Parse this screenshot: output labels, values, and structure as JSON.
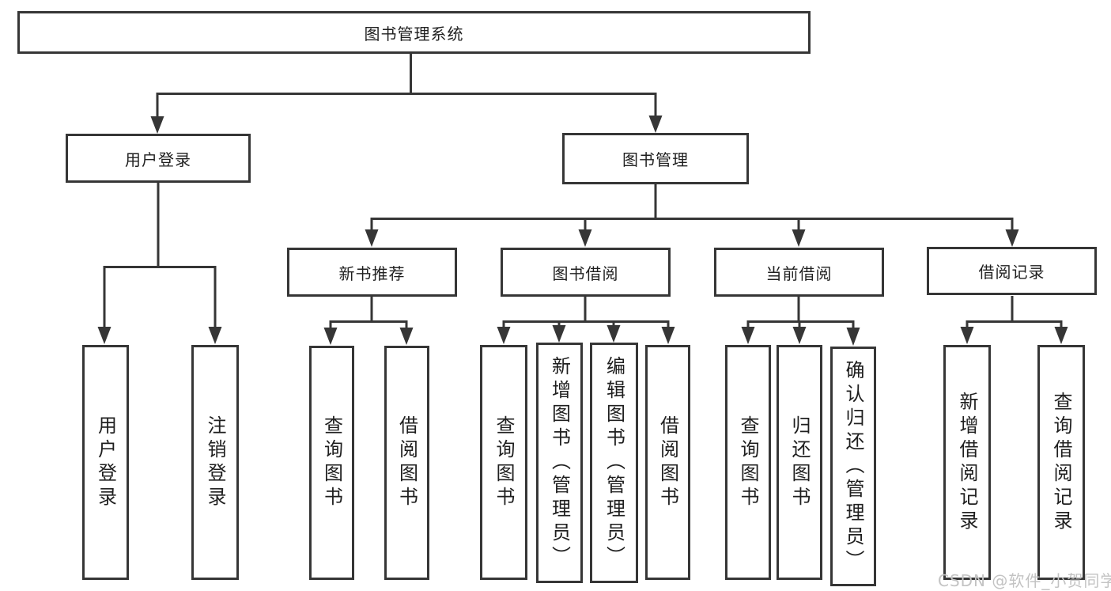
{
  "tree": {
    "root": {
      "label": "图书管理系统"
    },
    "branches": [
      {
        "label": "用户登录",
        "children": [
          {
            "label": "用户登录"
          },
          {
            "label": "注销登录"
          }
        ]
      },
      {
        "label": "图书管理",
        "sections": [
          {
            "label": "新书推荐",
            "children": [
              {
                "label": "查询图书"
              },
              {
                "label": "借阅图书"
              }
            ]
          },
          {
            "label": "图书借阅",
            "children": [
              {
                "label": "查询图书"
              },
              {
                "label": "新增图书（管理员）"
              },
              {
                "label": "编辑图书（管理员）"
              },
              {
                "label": "借阅图书"
              }
            ]
          },
          {
            "label": "当前借阅",
            "children": [
              {
                "label": "查询图书"
              },
              {
                "label": "归还图书"
              },
              {
                "label": "确认归还（管理员）"
              }
            ]
          },
          {
            "label": "借阅记录",
            "children": [
              {
                "label": "新增借阅记录"
              },
              {
                "label": "查询借阅记录"
              }
            ]
          }
        ]
      }
    ]
  },
  "watermark": {
    "text": "CSDN @软件_小贺同学"
  },
  "colors": {
    "line": "#363636",
    "text": "#1f1f1f",
    "watermark": "#c3c3c3",
    "background": "#ffffff"
  }
}
